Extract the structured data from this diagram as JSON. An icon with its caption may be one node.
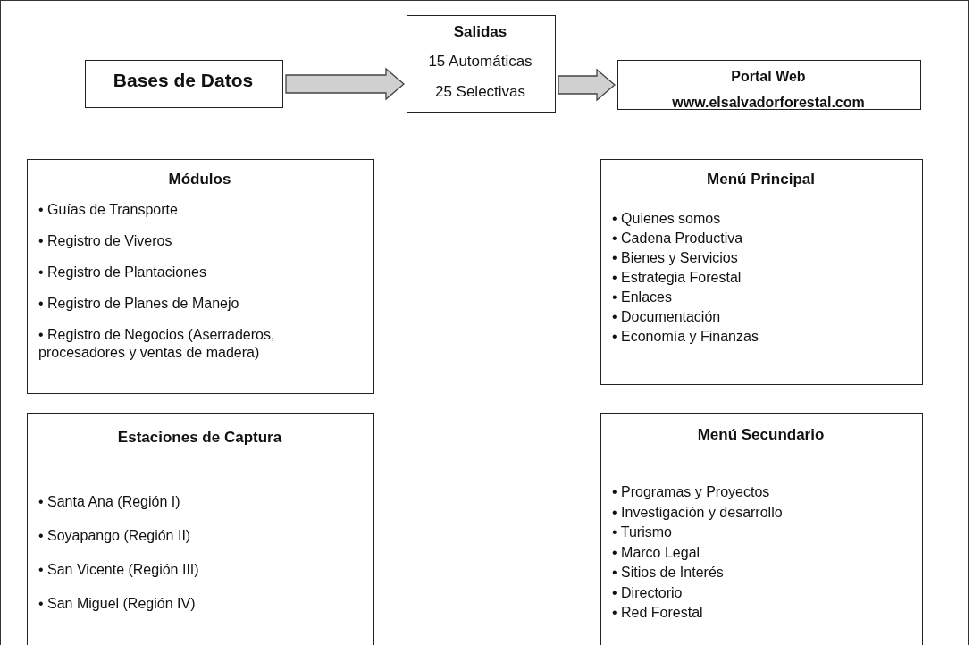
{
  "diagram": {
    "nodes": [
      {
        "text": [
          "Bases de Datos"
        ]
      },
      {
        "text": [
          "Salidas",
          "15 Automáticas",
          "25 Selectivas"
        ]
      },
      {
        "text": [
          "Portal Web",
          "www.elsalvadorforestal.com"
        ]
      },
      {
        "text": [
          "Módulos",
          "• Guías de Transporte",
          "• Registro de Viveros",
          "• Registro de Plantaciones",
          "• Registro de Planes de Manejo",
          "• Registro de Negocios (Aserraderos, procesadores y ventas de madera)"
        ]
      },
      {
        "text": [
          "Menú Principal",
          "• Quienes somos",
          "• Cadena Productiva",
          "• Bienes y Servicios",
          "• Estrategia Forestal",
          "• Enlaces",
          "• Documentación",
          "• Economía y Finanzas"
        ]
      },
      {
        "text": [
          "Estaciones de Captura",
          "• Santa Ana (Región I)",
          "• Soyapango (Región II)",
          "• San Vicente (Región III)",
          "• San Miguel (Región IV)"
        ]
      },
      {
        "text": [
          "Menú Secundario",
          "• Programas y Proyectos",
          "• Investigación y desarrollo",
          "• Turismo",
          "• Marco Legal",
          "• Sitios de Interés",
          "• Directorio",
          "• Red Forestal"
        ]
      }
    ],
    "edges": [
      {
        "from": 0,
        "to": 1,
        "arrow": "to"
      },
      {
        "from": 1,
        "to": 2,
        "arrow": "to"
      }
    ]
  }
}
